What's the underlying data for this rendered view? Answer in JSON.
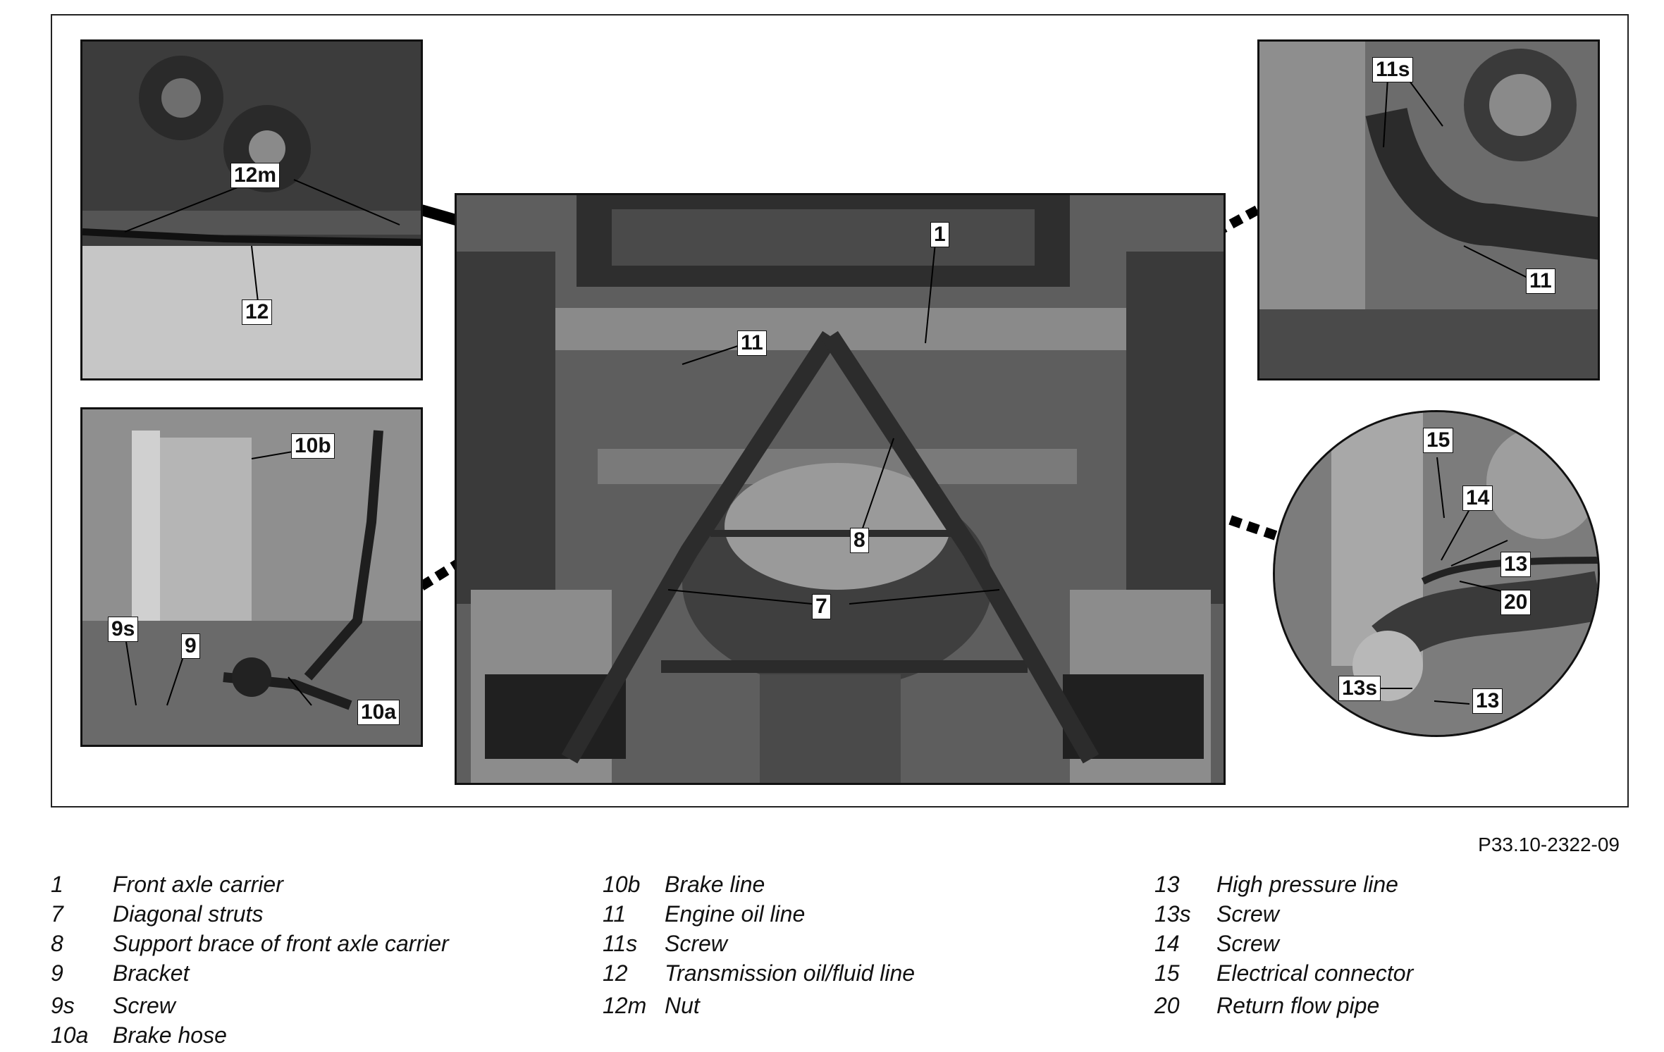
{
  "reference_code": "P33.10-2322-09",
  "callouts": {
    "main": [
      "1",
      "11",
      "8",
      "7"
    ],
    "top_left": [
      "12m",
      "12"
    ],
    "bottom_left": [
      "10b",
      "9s",
      "9",
      "10a"
    ],
    "top_right": [
      "11s",
      "11"
    ],
    "bottom_right": [
      "15",
      "14",
      "13",
      "20",
      "13s",
      "13"
    ]
  },
  "legend": [
    [
      {
        "num": "1",
        "text": "Front axle carrier"
      },
      {
        "num": "7",
        "text": "Diagonal struts"
      },
      {
        "num": "8",
        "text": "Support brace of front axle carrier"
      },
      {
        "num": "9",
        "text": "Bracket"
      },
      {
        "num": "9s",
        "text": "Screw"
      },
      {
        "num": "10a",
        "text": "Brake hose"
      }
    ],
    [
      {
        "num": "10b",
        "text": "Brake line"
      },
      {
        "num": "11",
        "text": "Engine oil line"
      },
      {
        "num": "11s",
        "text": "Screw"
      },
      {
        "num": "12",
        "text": "Transmission oil/fluid line"
      },
      {
        "num": "12m",
        "text": "Nut"
      }
    ],
    [
      {
        "num": "13",
        "text": "High pressure line"
      },
      {
        "num": "13s",
        "text": "Screw"
      },
      {
        "num": "14",
        "text": "Screw"
      },
      {
        "num": "15",
        "text": "Electrical connector"
      },
      {
        "num": "20",
        "text": "Return flow pipe"
      }
    ]
  ]
}
